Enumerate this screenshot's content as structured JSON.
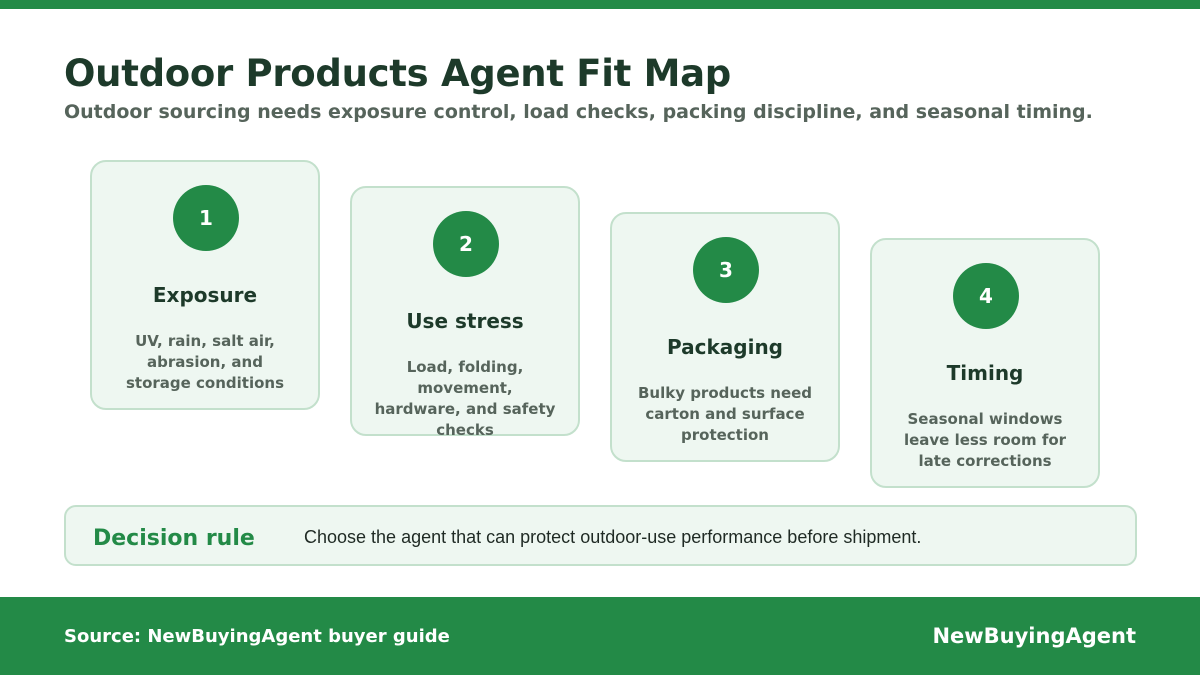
{
  "header": {
    "title": "Outdoor Products Agent Fit Map",
    "subtitle": "Outdoor sourcing needs exposure control, load checks, packing discipline, and seasonal timing."
  },
  "steps": [
    {
      "number": "1",
      "title": "Exposure",
      "description": "UV, rain, salt air, abrasion, and storage conditions"
    },
    {
      "number": "2",
      "title": "Use stress",
      "description": "Load, folding, movement, hardware, and safety checks"
    },
    {
      "number": "3",
      "title": "Packaging",
      "description": "Bulky products need carton and surface protection"
    },
    {
      "number": "4",
      "title": "Timing",
      "description": "Seasonal windows leave less room for late corrections"
    }
  ],
  "decision": {
    "label": "Decision rule",
    "text": "Choose the agent that can protect outdoor-use performance before shipment."
  },
  "footer": {
    "source": "Source: NewBuyingAgent buyer guide",
    "brand": "NewBuyingAgent"
  },
  "colors": {
    "accent": "#238a47",
    "card_background": "#eef7f1",
    "card_border": "#c3e0cc",
    "title_text": "#1d3a2a",
    "muted_text": "#56645b"
  }
}
